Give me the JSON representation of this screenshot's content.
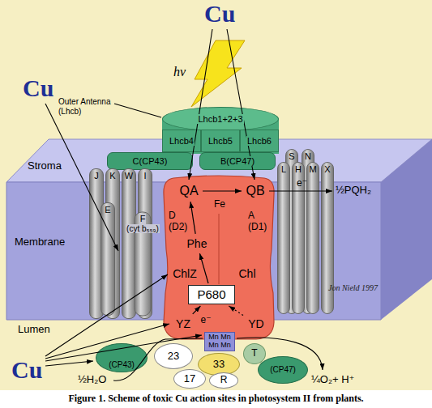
{
  "diagram": {
    "caption": "Figure 1. Scheme of toxic Cu action sites in photosystem II from plants.",
    "nodes": [
      {
        "text": [
          "Lhcb1+2+3"
        ]
      },
      {
        "text": [
          "Lhcb4"
        ]
      },
      {
        "text": [
          "Lhcb5"
        ]
      },
      {
        "text": [
          "Lhcb6"
        ]
      },
      {
        "text": [
          "C(CP43)"
        ]
      },
      {
        "text": [
          "B(CP47)"
        ]
      },
      {
        "text": [
          "J"
        ]
      },
      {
        "text": [
          "K"
        ]
      },
      {
        "text": [
          "W"
        ]
      },
      {
        "text": [
          "I"
        ]
      },
      {
        "text": [
          "S"
        ]
      },
      {
        "text": [
          "N"
        ]
      },
      {
        "text": [
          "L"
        ]
      },
      {
        "text": [
          "H"
        ]
      },
      {
        "text": [
          "M"
        ]
      },
      {
        "text": [
          "X"
        ]
      },
      {
        "text": [
          "D (D2)",
          "A (D1)"
        ]
      },
      {
        "text": [
          "QA"
        ],
        "in": 16
      },
      {
        "text": [
          "QB"
        ],
        "in": 16
      },
      {
        "text": [
          "Phe"
        ],
        "in": 16
      },
      {
        "text": [
          "ChlZ"
        ],
        "in": 16
      },
      {
        "text": [
          "Chl"
        ],
        "in": 16
      },
      {
        "text": [
          "P680"
        ],
        "in": 16
      },
      {
        "text": [
          "YZ"
        ],
        "in": 16
      },
      {
        "text": [
          "YD"
        ],
        "in": 16
      },
      {
        "text": [
          "E"
        ]
      },
      {
        "text": [
          "F",
          "(cyt b₅₅₉)"
        ]
      },
      {
        "text": [
          "Mn Mn Mn Mn"
        ]
      },
      {
        "text": [
          "(CP43)"
        ]
      },
      {
        "text": [
          "23"
        ]
      },
      {
        "text": [
          "33"
        ]
      },
      {
        "text": [
          "T"
        ]
      },
      {
        "text": [
          "(CP47)"
        ]
      },
      {
        "text": [
          "17"
        ]
      },
      {
        "text": [
          "R"
        ]
      }
    ],
    "edges": [
      {
        "from": 22,
        "to": 19,
        "arrow": "to"
      },
      {
        "from": 19,
        "to": 17,
        "arrow": "to"
      },
      {
        "from": 17,
        "to": 18,
        "arrow": "to"
      },
      {
        "from": 23,
        "to": 22,
        "arrow": "to",
        "label": "e⁻"
      },
      {
        "from": 24,
        "to": 22,
        "arrow": "to"
      }
    ],
    "labels": [
      "Cu",
      "Cu",
      "Outer Antenna (Lhcb)",
      "hν",
      "Stroma",
      "Membrane",
      "Fe",
      "e⁻",
      "½PQH₂",
      "Jon Nield 1997",
      "Lumen",
      "Cu",
      "½H₂O",
      "¼O₂+ H⁺"
    ]
  }
}
